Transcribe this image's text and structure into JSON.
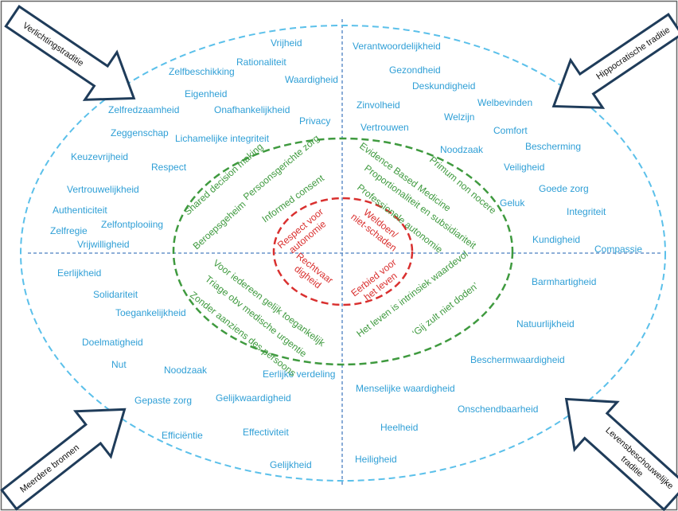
{
  "colors": {
    "blue": "#2f9fd6",
    "green": "#3f9a3f",
    "red": "#d9302f",
    "outer_dash": "#5bc0ea",
    "arrow_fill": "#ffffff",
    "arrow_stroke": "#1f3c5a",
    "axis": "#4a7fc1"
  },
  "arrows": {
    "verlichting": "Verlichtingstraditie",
    "hippocratisch": "Hippocratische traditie",
    "bronnen": "Meerdere bronnen",
    "levens_1": "Levensbeschouwelijke",
    "levens_2": "traditie"
  },
  "outer_terms": [
    "Vrijheid",
    "Rationaliteit",
    "Zelfbeschikking",
    "Waardigheid",
    "Eigenheid",
    "Zelfredzaamheid",
    "Onafhankelijkheid",
    "Privacy",
    "Zeggenschap",
    "Lichamelijke integriteit",
    "Keuzevrijheid",
    "Respect",
    "Vertrouwelijkheid",
    "Authenticiteit",
    "Zelfontplooiing",
    "Zelfregie",
    "Vrijwilligheid",
    "Verantwoordelijkheid",
    "Gezondheid",
    "Deskundigheid",
    "Welbevinden",
    "Zinvolheid",
    "Welzijn",
    "Vertrouwen",
    "Comfort",
    "Noodzaak",
    "Bescherming",
    "Veiligheid",
    "Goede zorg",
    "Geluk",
    "Integriteit",
    "Kundigheid",
    "Compassie",
    "Eerlijkheid",
    "Solidariteit",
    "Toegankelijkheid",
    "Doelmatigheid",
    "Nut",
    "Noodzaak",
    "Eerlijke verdeling",
    "Gepaste zorg",
    "Gelijkwaardigheid",
    "Efficiëntie",
    "Effectiviteit",
    "Gelijkheid",
    "Barmhartigheid",
    "Natuurlijkheid",
    "Beschermwaardigheid",
    "Menselijke waardigheid",
    "Onschendbaarheid",
    "Heelheid",
    "Heiligheid"
  ],
  "middle_terms": [
    "Shared decision making",
    "Persoonsgerichte zorg",
    "Informed consent",
    "Beroepsgeheim",
    "Evidence Based Medicine",
    "Primum non nocere",
    "Proportionaliteit en subsidiariteit",
    "Professionele autonomie",
    "Voor iedereen gelijk toegankelijk",
    "Triage obv medische urgentie",
    "Zonder aanziens des persoons",
    "Het leven is intrinsiek waardevol",
    "‘Gij zult niet doden’"
  ],
  "core_terms": {
    "autonomie_1": "Respect voor",
    "autonomie_2": "autonomie",
    "weldoen_1": "Weldoen/",
    "weldoen_2": "niet-schaden",
    "recht_1": "Rechtvaar",
    "recht_2": "digheid",
    "leven_1": "Eerbied voor",
    "leven_2": "het leven"
  }
}
